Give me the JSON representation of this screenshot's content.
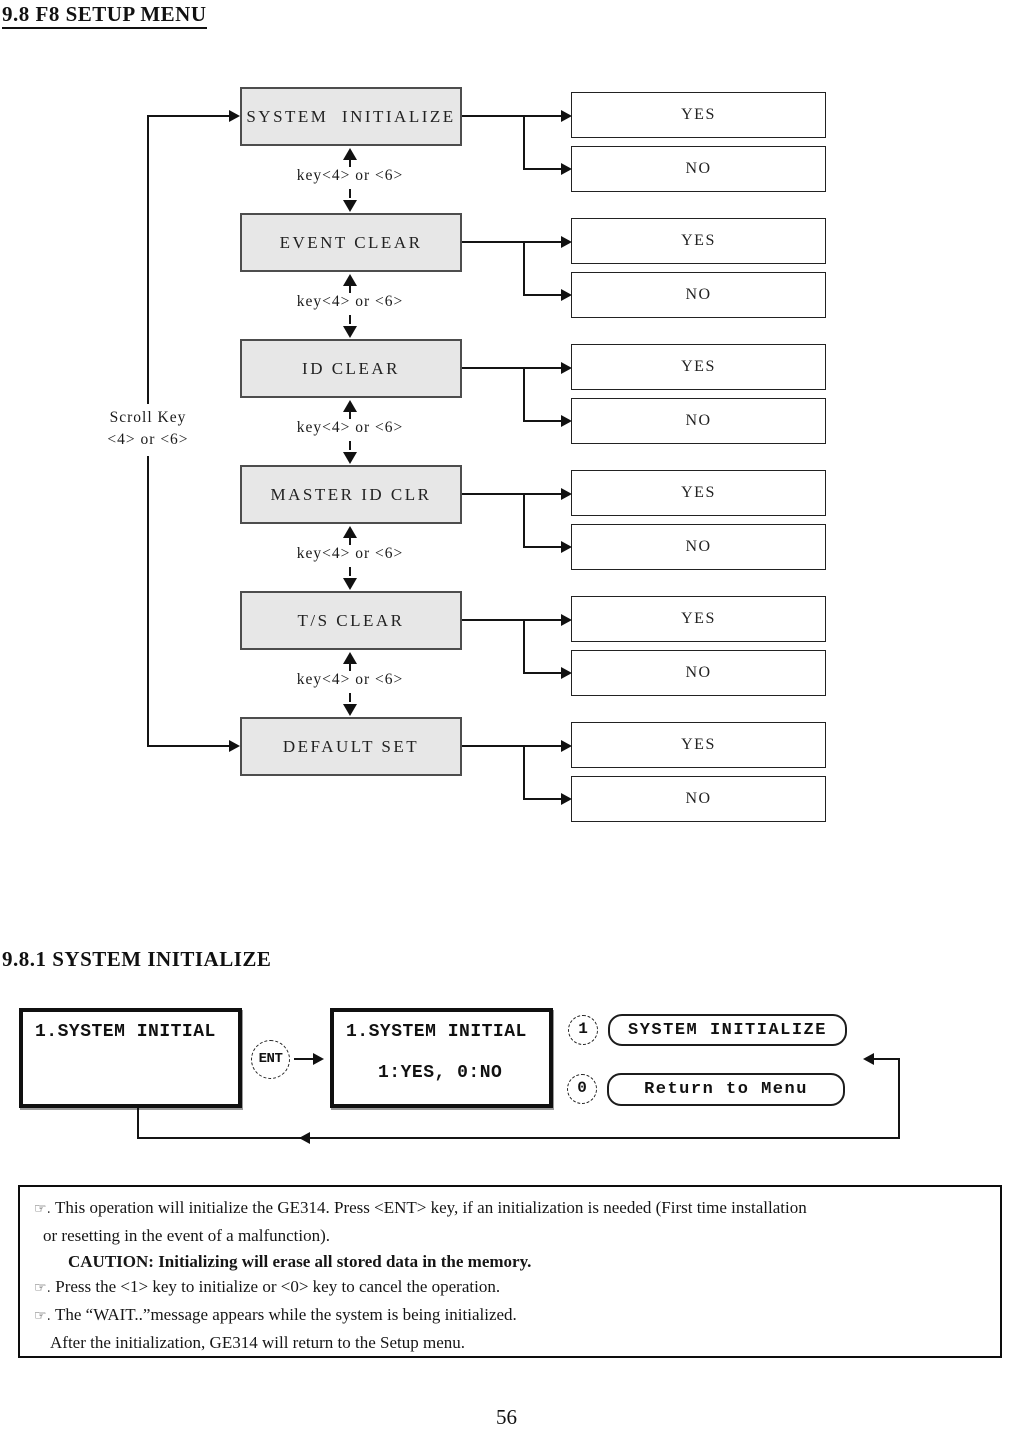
{
  "page": {
    "title": "9.8 F8 SETUP MENU",
    "section_heading": "9.8.1 SYSTEM INITIALIZE",
    "page_number": "56"
  },
  "flowchart": {
    "scroll_key_label_line1": "Scroll Key",
    "scroll_key_label_line2": "<4> or <6>",
    "key_label": "key<4> or <6>",
    "yes_label": "YES",
    "no_label": "NO",
    "menu_items": [
      "SYSTEM  INITIALIZE",
      "EVENT CLEAR",
      "ID CLEAR",
      "MASTER ID CLR",
      "T/S CLEAR",
      "DEFAULT SET"
    ]
  },
  "lcd_flow": {
    "screen1_line1": "1.SYSTEM INITIAL",
    "ent_key": "ENT",
    "screen2_line1": "1.SYSTEM INITIAL",
    "screen2_line2": "1:YES, 0:NO",
    "key_1": "1",
    "key_0": "0",
    "action_initialize": "SYSTEM INITIALIZE",
    "action_return": "Return to Menu"
  },
  "notes": {
    "marker": "☞.",
    "line1": "This operation will initialize the GE314. Press <ENT> key, if an initialization is needed (First time installation",
    "line2": "or resetting in the event of a malfunction).",
    "line3": "CAUTION: Initializing will erase all stored data in the memory.",
    "line4": "Press the <1> key to initialize or <0> key to cancel the operation.",
    "line5": "The “WAIT..”message appears while the system is being initialized.",
    "line6": "After the initialization, GE314 will return to the Setup menu."
  }
}
